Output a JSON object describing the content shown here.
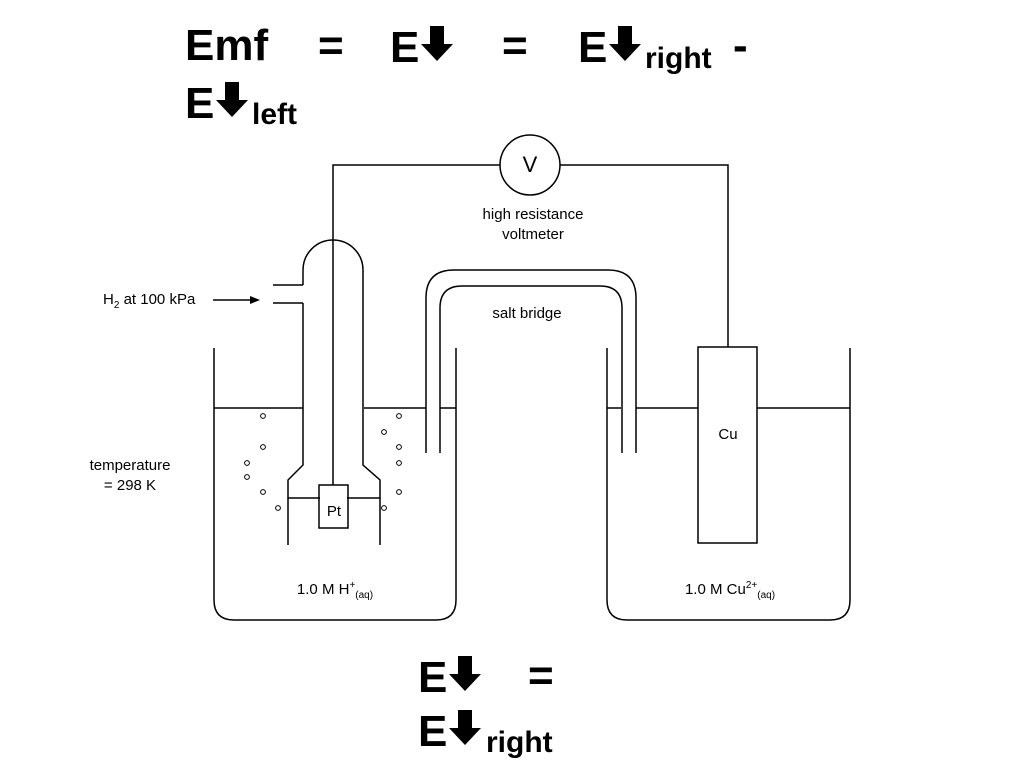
{
  "top_equation": {
    "emf": "Emf",
    "equals": "=",
    "e": "E",
    "right_sub": "right",
    "minus": "-",
    "left_sub": "left"
  },
  "bottom_equation": {
    "e": "E",
    "equals": "=",
    "right_sub": "right"
  },
  "diagram": {
    "voltmeter_symbol": "V",
    "voltmeter_label_line1": "high resistance",
    "voltmeter_label_line2": "voltmeter",
    "salt_bridge_label": "salt bridge",
    "h2_label": "H",
    "h2_sub": "2",
    "h2_suffix": " at 100 kPa",
    "temperature_line1": "temperature",
    "temperature_line2": "= 298 K",
    "pt_label": "Pt",
    "cu_label": "Cu",
    "left_solution": "1.0 M H",
    "left_solution_sup": "+",
    "left_solution_sub": "(aq)",
    "right_solution": "1.0 M Cu",
    "right_solution_sup": "2+",
    "right_solution_sub": "(aq)"
  }
}
